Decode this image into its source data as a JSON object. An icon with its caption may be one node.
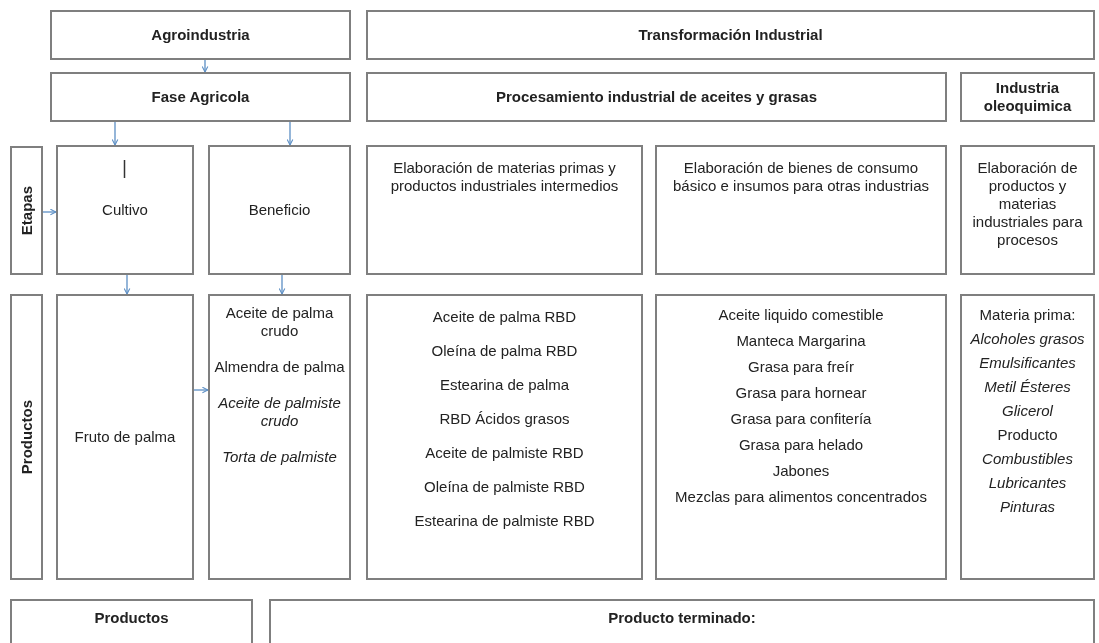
{
  "diagram": {
    "nodes": [
      {
        "text": [
          "Agroindustria"
        ]
      },
      {
        "text": [
          "Transformación Industrial"
        ]
      },
      {
        "text": [
          "Fase Agricola"
        ]
      },
      {
        "text": [
          "Procesamiento industrial de aceites y grasas"
        ]
      },
      {
        "text": [
          "Industria oleoquimica"
        ]
      },
      {
        "text": [
          "Etapas"
        ]
      },
      {
        "text": [
          "Cultivo"
        ]
      },
      {
        "text": [
          "Beneficio"
        ]
      },
      {
        "text": [
          "Elaboración de materias primas y productos industriales intermedios"
        ]
      },
      {
        "text": [
          "Elaboración de bienes de consumo básico e insumos para otras industrias"
        ]
      },
      {
        "text": [
          "Elaboración de productos y materias industriales para procesos"
        ]
      },
      {
        "text": [
          "Productos"
        ]
      },
      {
        "text": [
          "Fruto de palma"
        ]
      },
      {
        "text": [
          "Aceite de palma crudo",
          "Almendra de palma",
          "Aceite de palmiste crudo",
          "Torta de palmiste"
        ]
      },
      {
        "text": [
          "Aceite de palma RBD",
          "Oleína de palma RBD",
          "Estearina de palma",
          "RBD Ácidos grasos",
          "Aceite de palmiste RBD",
          "Oleína de palmiste RBD",
          "Estearina de palmiste RBD"
        ]
      },
      {
        "text": [
          "Aceite liquido comestible",
          "Manteca Margarina",
          "Grasa para freír",
          "Grasa para hornear",
          "Grasa para confitería",
          "Grasa para helado",
          "Jabones",
          "Mezclas para alimentos concentrados"
        ]
      },
      {
        "text": [
          "Materia prima:",
          "Alcoholes grasos",
          "Emulsificantes",
          "Metil Ésteres",
          "Glicerol",
          "Producto",
          "Combustibles",
          "Lubricantes",
          "Pinturas"
        ]
      },
      {
        "text": [
          "Productos"
        ]
      },
      {
        "text": [
          "Producto terminado:"
        ]
      }
    ],
    "edges": [
      {
        "from": 0,
        "to": 2,
        "arrow": "to"
      },
      {
        "from": 2,
        "to": 6,
        "arrow": "to"
      },
      {
        "from": 2,
        "to": 7,
        "arrow": "to"
      },
      {
        "from": 5,
        "to": 6,
        "arrow": "to"
      },
      {
        "from": 6,
        "to": 12,
        "arrow": "to"
      },
      {
        "from": 7,
        "to": 13,
        "arrow": "to"
      },
      {
        "from": 12,
        "to": 13,
        "arrow": "to"
      }
    ]
  }
}
